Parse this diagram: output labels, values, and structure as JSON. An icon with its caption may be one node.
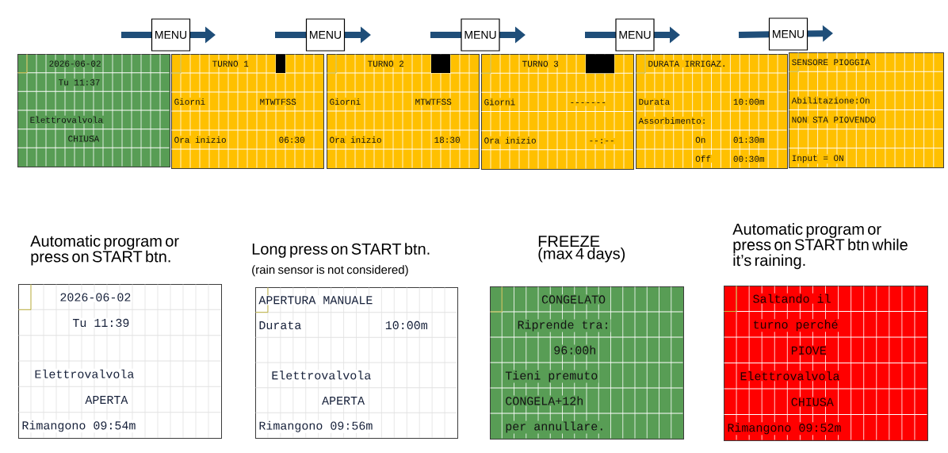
{
  "diagram": {
    "nodes": [
      {
        "text": [
          "2026-06-02",
          "Tu 11:37",
          "Elettrovalvola",
          "CHIUSA"
        ]
      },
      {
        "text": [
          "TURNO 1",
          "Giorni",
          "MTWTFSS",
          "Ora inizio",
          "06:30"
        ]
      },
      {
        "text": [
          "TURNO 2",
          "Giorni",
          "MTWTFSS",
          "Ora inizio",
          "18:30"
        ]
      },
      {
        "text": [
          "TURNO 3",
          "Giorni",
          "-------",
          "Ora inizio",
          "--:--"
        ]
      },
      {
        "text": [
          "DURATA IRRIGAZ.",
          "Durata",
          "10:00m",
          "Assorbimento:",
          "On",
          "01:30m",
          "Off",
          "00:30m"
        ]
      },
      {
        "text": [
          "SENSORE PIOGGIA",
          "Abilitazione:On",
          "NON STA PIOVENDO",
          "Input = ON"
        ]
      },
      {
        "text": [
          "2026-06-02",
          "Tu 11:39",
          "Elettrovalvola",
          "APERTA",
          "Rimangono 09:54m"
        ],
        "beside": [
          "Automatic program or press on START btn."
        ]
      },
      {
        "text": [
          "APERTURA MANUALE",
          "Durata",
          "10:00m",
          "Elettrovalvola",
          "APERTA",
          "Rimangono 09:56m"
        ],
        "beside": [
          "Long press on START btn.",
          "(rain sensor is not considered)"
        ]
      },
      {
        "text": [
          "CONGELATO",
          "Riprende tra:",
          "96:00h",
          "Tieni premuto",
          "CONGELA+12h",
          "per annullare."
        ],
        "beside": [
          "FREEZE (max 4 days)"
        ]
      },
      {
        "text": [
          "Saltando il",
          "turno perché",
          "PIOVE",
          "Elettrovalvola",
          "CHIUSA",
          "Rimangono 09:52m"
        ],
        "beside": [
          "Automatic program or press on START btn while it’s raining."
        ]
      }
    ],
    "edges": [
      {
        "from": 0,
        "to": 1,
        "arrow": "to",
        "label": "MENU"
      },
      {
        "from": 1,
        "to": 2,
        "arrow": "to",
        "label": "MENU"
      },
      {
        "from": 2,
        "to": 3,
        "arrow": "to",
        "label": "MENU"
      },
      {
        "from": 3,
        "to": 4,
        "arrow": "to",
        "label": "MENU"
      },
      {
        "from": 4,
        "to": 5,
        "arrow": "to",
        "label": "MENU"
      }
    ]
  }
}
